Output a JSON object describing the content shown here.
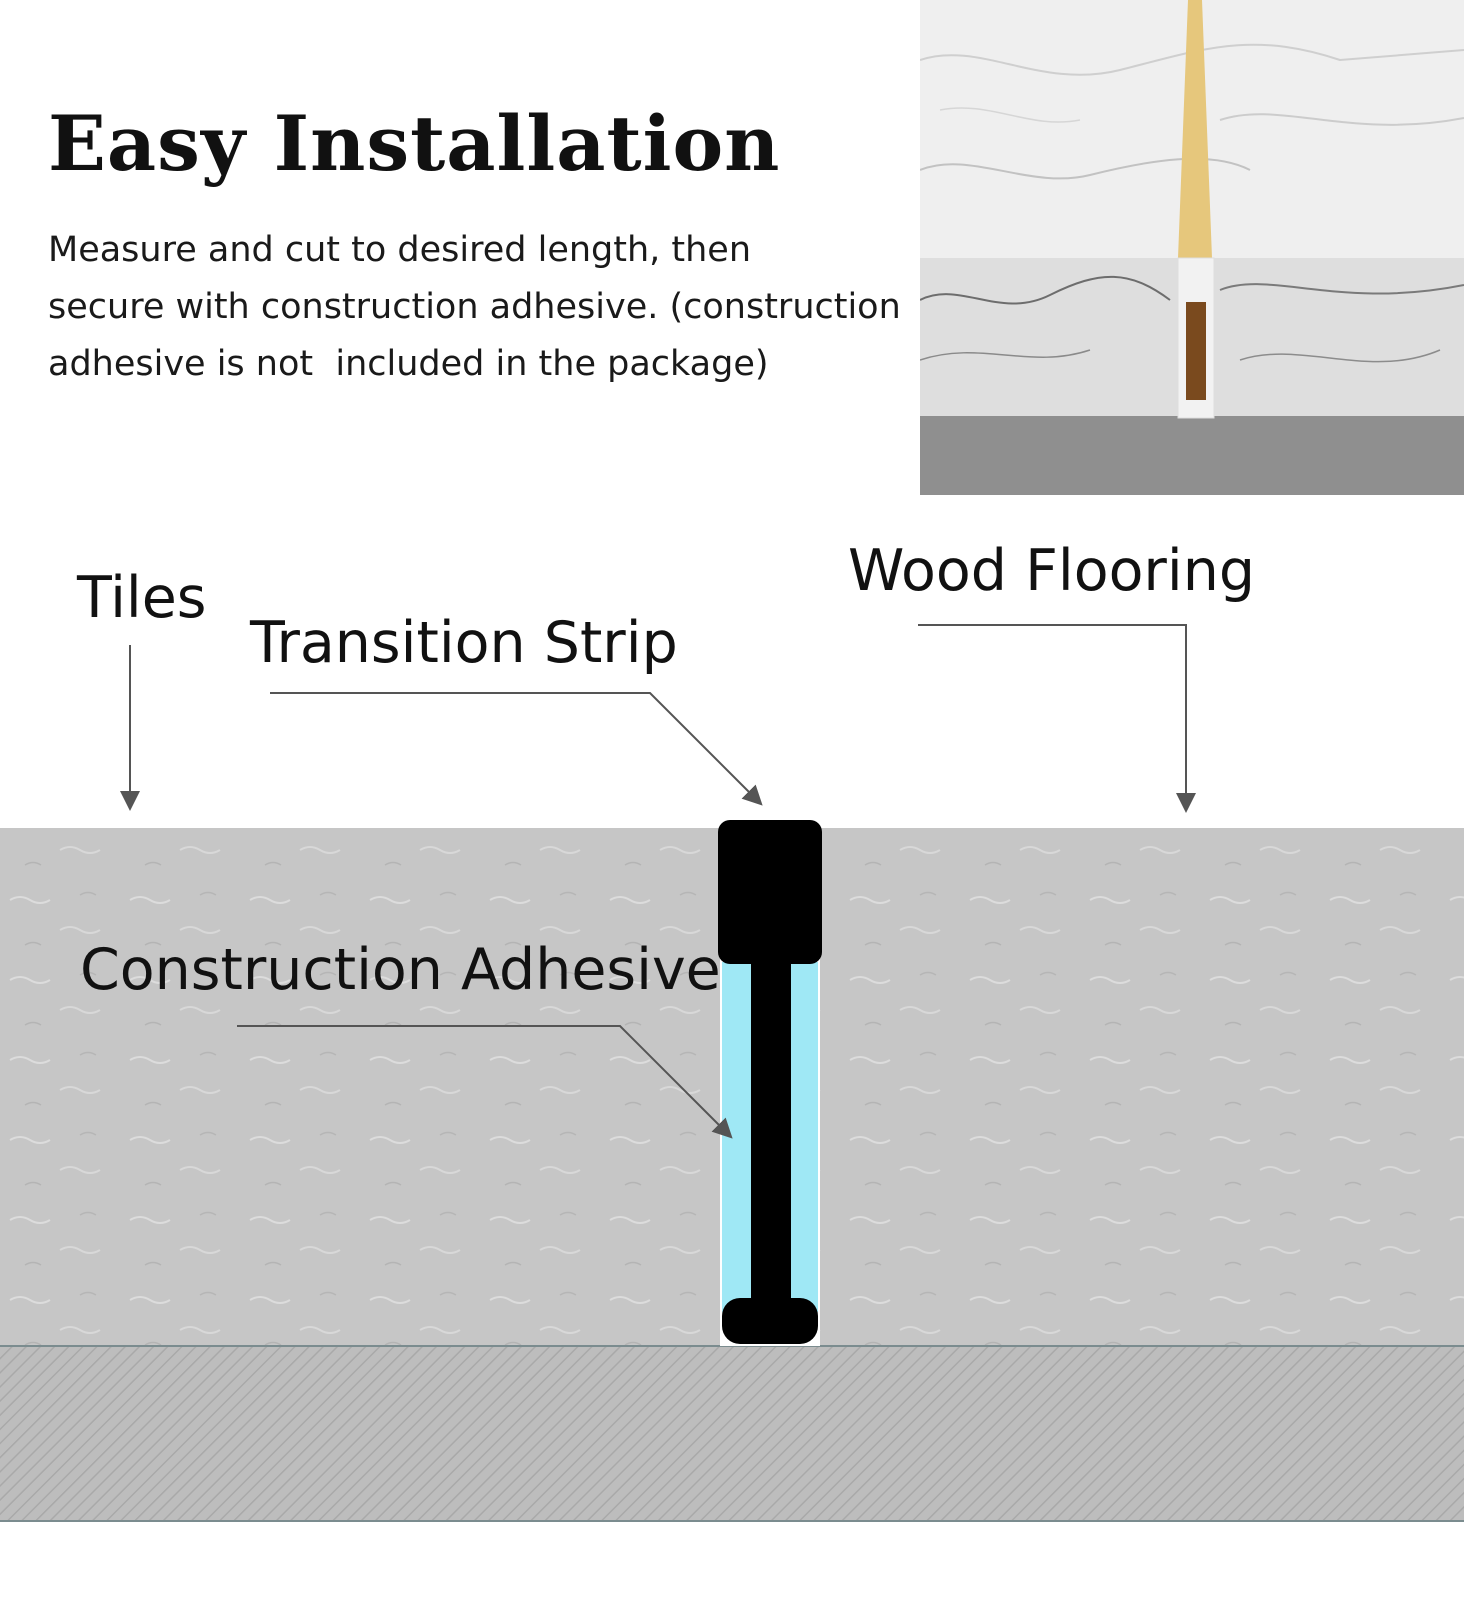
{
  "header": {
    "title": "Easy Installation",
    "description": "Measure and cut to desired length, then\nsecure with construction adhesive. (construction\nadhesive is not  included in the package)"
  },
  "labels": {
    "tiles": "Tiles",
    "transition_strip": "Transition Strip",
    "wood_flooring": "Wood Flooring",
    "construction_adhesive": "Construction Adhesive"
  },
  "colors": {
    "tile_gray": "#c6c6c6",
    "subfloor_gray": "#bdbdbd",
    "strip_black": "#000000",
    "adhesive_cyan": "#9fe8f5",
    "gold_strip": "#e6c77c"
  }
}
